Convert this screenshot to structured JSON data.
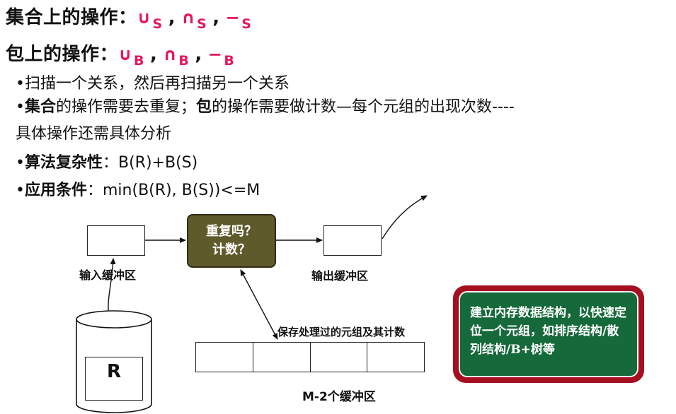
{
  "heading_set": {
    "title": "集合上的操作：",
    "op_union": "∪",
    "op_union_sub": "S",
    "op_intersect": "∩",
    "op_intersect_sub": "S",
    "op_minus": "−",
    "op_minus_sub": "S",
    "separator": ","
  },
  "heading_bag": {
    "title": "包上的操作：",
    "op_union": "∪",
    "op_union_sub": "B",
    "op_intersect": "∩",
    "op_intersect_sub": "B",
    "op_minus": "−",
    "op_minus_sub": "B",
    "separator": ","
  },
  "bullets": {
    "b1": "•扫描一个关系，然后再扫描另一个关系",
    "b2_bold1": "集合",
    "b2_text1": "的操作需要去重复；",
    "b2_bold2": "包",
    "b2_text2": "的操作需要做计数—每个元组的出现次数----",
    "b2_cont": "具体操作还需具体分析",
    "b3_label": "算法复杂性",
    "b3_value": "：B(R)+B(S)",
    "b4_label": "应用条件",
    "b4_value": "：min(B(R), B(S))<=M"
  },
  "diagram": {
    "decision_line1": "重复吗？",
    "decision_line2": "计数？",
    "input_buffer_label": "输入缓冲区",
    "output_buffer_label": "输出缓冲区",
    "memory_desc": "保存处理过的元组及其计数",
    "buffers_label": "M-2个缓冲区",
    "buffer_cell_count": 4,
    "relation_label": "R"
  },
  "note": {
    "text": "建立内存数据结构，以快速定位一个元组，如排序结构/散列结构/B+树等"
  },
  "colors": {
    "accent": "#e6175c",
    "decision_fill": "#5e5a2b",
    "note_outer": "#a50f1f",
    "note_inner": "#15693a"
  }
}
